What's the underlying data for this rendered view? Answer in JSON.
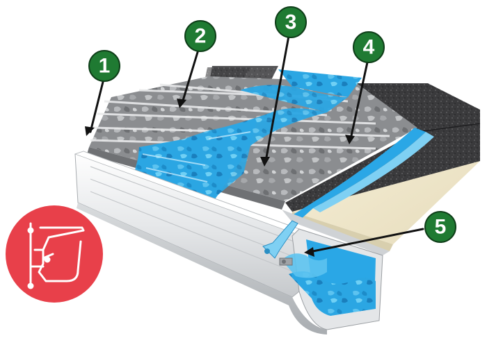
{
  "diagram": {
    "callouts": [
      {
        "id": "callout-1",
        "label": "1"
      },
      {
        "id": "callout-2",
        "label": "2"
      },
      {
        "id": "callout-3",
        "label": "3"
      },
      {
        "id": "callout-4",
        "label": "4"
      },
      {
        "id": "callout-5",
        "label": "5"
      }
    ],
    "colors": {
      "callout_green": "#1f7a32",
      "water_blue": "#2aa7e6",
      "guard_gray": "#8a8c8e",
      "shingle_dark": "#3b3b3d",
      "gutter_white": "#eef0f1",
      "badge_red": "#e8404a"
    }
  }
}
